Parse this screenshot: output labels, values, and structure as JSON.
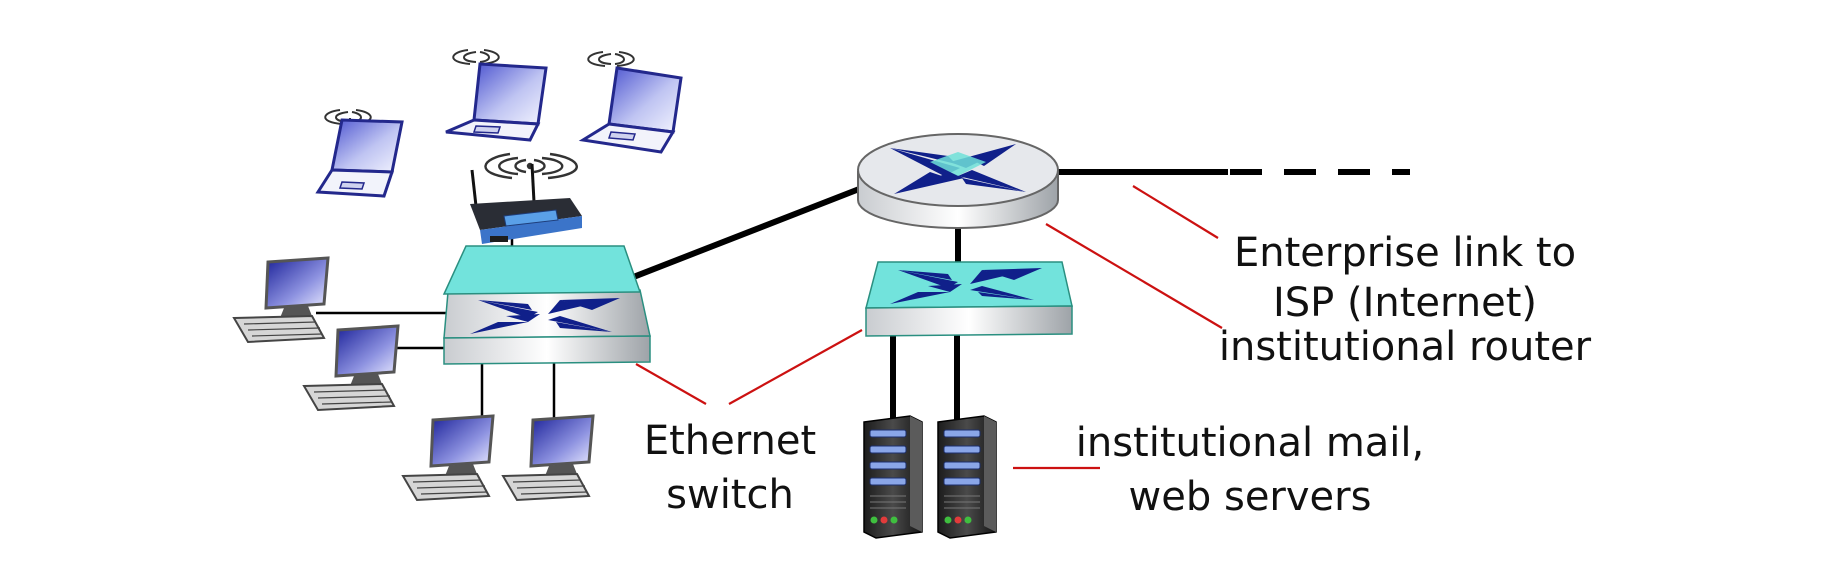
{
  "labels": {
    "enterprise_link_line1": "Enterprise link to",
    "enterprise_link_line2": "ISP (Internet)",
    "institutional_router": "institutional router",
    "ethernet_line1": "Ethernet",
    "ethernet_line2": "switch",
    "servers_line1": "institutional mail,",
    "servers_line2": "web servers"
  },
  "colors": {
    "link": "#000000",
    "annotation": "#cc1111",
    "switch_symbol": "#10208a",
    "switch_face": "#6fe0d8",
    "laptop_screen": "#5a63d6",
    "pc_screen": "#2a2fb0"
  },
  "icons": [
    "laptop-icon",
    "wireless-router-icon",
    "desktop-pc-icon",
    "ethernet-switch-icon",
    "router-icon",
    "server-icon"
  ]
}
